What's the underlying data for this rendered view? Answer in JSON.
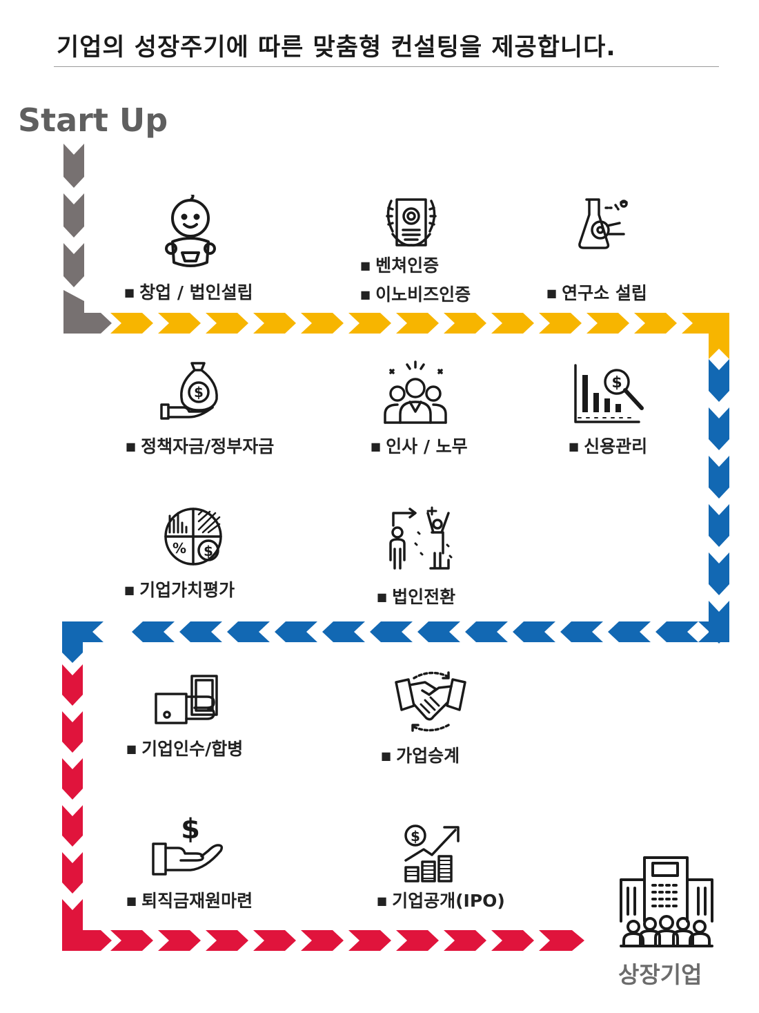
{
  "heading": "기업의 성장주기에 따른 맞춤형 컨설팅을 제공합니다.",
  "start_label": "Start Up",
  "end_label": "상장기업",
  "colors": {
    "stage_gray": "#777171",
    "stage_yellow": "#f7b500",
    "stage_blue": "#1268b3",
    "stage_red": "#e0143c",
    "icon_stroke": "#1a1a1a"
  },
  "items": [
    {
      "label": "창업 / 법인설립",
      "icon": "baby-icon"
    },
    {
      "label": "벤쳐인증",
      "icon": "certificate-icon"
    },
    {
      "label": "이노비즈인증",
      "icon": "certificate-icon"
    },
    {
      "label": "연구소 설립",
      "icon": "laboratory-flask-icon"
    },
    {
      "label": "정책자금/정부자금",
      "icon": "money-bag-hand-icon"
    },
    {
      "label": "인사 / 노무",
      "icon": "team-people-icon"
    },
    {
      "label": "신용관리",
      "icon": "credit-analysis-icon"
    },
    {
      "label": "기업가치평가",
      "icon": "valuation-pie-chart-icon"
    },
    {
      "label": "법인전환",
      "icon": "transformation-icon"
    },
    {
      "label": "기업인수/합병",
      "icon": "cash-in-hand-icon"
    },
    {
      "label": "가업승계",
      "icon": "handshake-icon"
    },
    {
      "label": "퇴직금재원마련",
      "icon": "dollar-hand-icon"
    },
    {
      "label": "기업공개(IPO)",
      "icon": "growth-coins-icon"
    }
  ],
  "end_icon": "company-building-icon"
}
